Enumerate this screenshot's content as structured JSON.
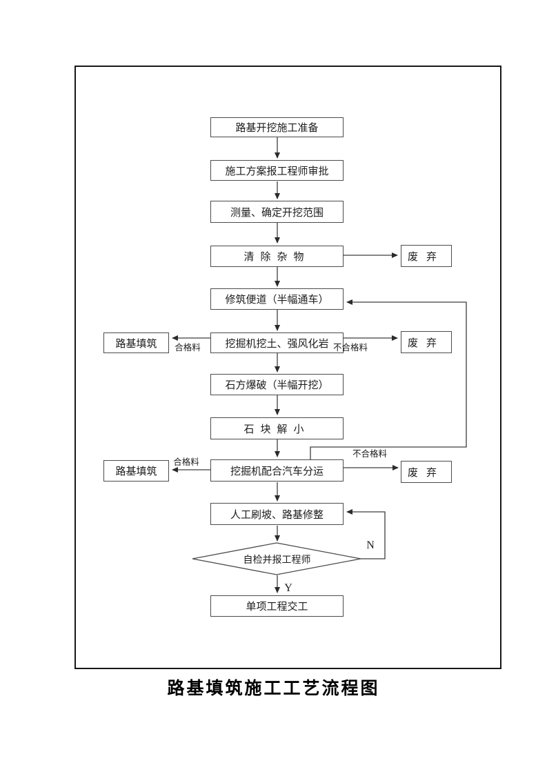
{
  "diagram_title": "路基填筑施工工艺流程图",
  "nodes": {
    "step1": "路基开挖施工准备",
    "step2": "施工方案报工程师审批",
    "step3": "测量、确定开挖范围",
    "step4": "清除杂物",
    "step5": "修筑便道（半幅通车）",
    "step6": "挖掘机挖土、强风化岩",
    "step7": "石方爆破（半幅开挖）",
    "step8": "石块解小",
    "step9": "挖掘机配合汽车分运",
    "step10": "人工刷坡、路基修整",
    "decision": "自检并报工程师",
    "step11": "单项工程交工",
    "fill_left_1": "路基填筑",
    "fill_left_2": "路基填筑",
    "discard_1": "废弃",
    "discard_2": "废弃",
    "discard_3": "废弃"
  },
  "edge_labels": {
    "qualified_1": "合格料",
    "unqualified_1": "不合格料",
    "qualified_2": "合格料",
    "unqualified_2": "不合格料",
    "no_label": "N",
    "yes_label": "Y"
  },
  "edges": [
    {
      "from": "step1",
      "to": "step2"
    },
    {
      "from": "step2",
      "to": "step3"
    },
    {
      "from": "step3",
      "to": "step4"
    },
    {
      "from": "step4",
      "to": "discard_1"
    },
    {
      "from": "step4",
      "to": "step5"
    },
    {
      "from": "step5",
      "to": "step6"
    },
    {
      "from": "step6",
      "to": "fill_left_1",
      "label": "合格料"
    },
    {
      "from": "step6",
      "to": "discard_2",
      "label": "不合格料"
    },
    {
      "from": "step6",
      "to": "step7"
    },
    {
      "from": "step7",
      "to": "step8"
    },
    {
      "from": "step8",
      "to": "step9"
    },
    {
      "from": "step9",
      "to": "fill_left_2",
      "label": "合格料"
    },
    {
      "from": "step9",
      "to": "discard_3",
      "label": "不合格料"
    },
    {
      "from": "step9",
      "to": "step5",
      "note": "feedback loop"
    },
    {
      "from": "step9",
      "to": "step10"
    },
    {
      "from": "step10",
      "to": "decision"
    },
    {
      "from": "decision",
      "to": "step10",
      "label": "N"
    },
    {
      "from": "decision",
      "to": "step11",
      "label": "Y"
    }
  ],
  "colors": {
    "line": "#3c3c3c",
    "box_border": "#4a4a4a",
    "text": "#1c1c1c",
    "frame": "#161616",
    "background": "#ffffff"
  }
}
